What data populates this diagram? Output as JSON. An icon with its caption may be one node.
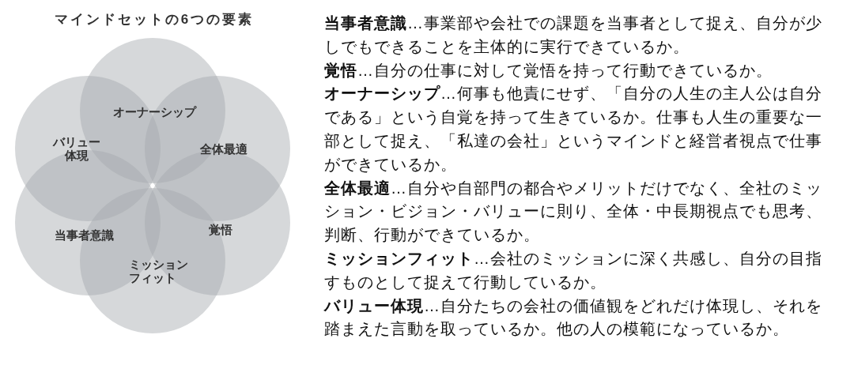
{
  "diagram": {
    "title": "マインドセットの6つの要素",
    "nodes": [
      {
        "text": [
          "オーナーシップ"
        ]
      },
      {
        "text": [
          "バリュー体現"
        ]
      },
      {
        "text": [
          "全体最適"
        ]
      },
      {
        "text": [
          "当事者意識"
        ]
      },
      {
        "text": [
          "覚悟"
        ]
      },
      {
        "text": [
          "ミッションフィット"
        ]
      }
    ],
    "labels": [
      "**当事者意識**…事業部や会社での課題を当事者として捉え、自分が少しでもできることを主体的に実行できているか。",
      "**覚悟**…自分の仕事に対して覚悟を持って行動できているか。",
      "**オーナーシップ**…何事も他責にせず、「自分の人生の主人公は自分である」という自覚を持って生きているか。仕事も人生の重要な一部として捉え、「私達の会社」というマインドと経営者視点で仕事ができているか。",
      "**全体最適**…自分や自部門の都合やメリットだけでなく、全社のミッション・ビジョン・バリューに則り、全体・中長期視点でも思考、判断、行動ができているか。",
      "**ミッションフィット**…会社のミッションに深く共感し、自分の目指すものとして捉えて行動しているか。",
      "**バリュー体現**…自分たちの会社の価値観をどれだけ体現し、それを踏まえた言動を取っているか。他の人の模範になっているか。"
    ]
  }
}
